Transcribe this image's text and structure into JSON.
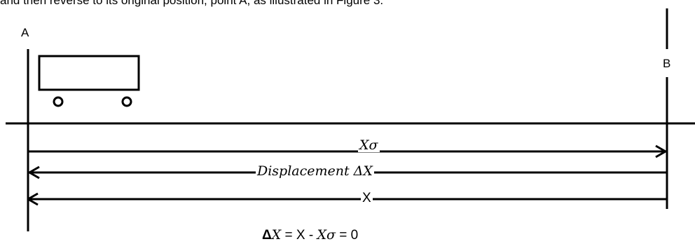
{
  "caption": "and then reverse to its original position, point A, as illustrated in Figure 3.",
  "points": {
    "a": "A",
    "b": "B"
  },
  "arrows": {
    "initial_position": "Xσ",
    "displacement": "Displacement ΔX",
    "final_position": "X"
  },
  "equation": {
    "delta": "Δ",
    "lhs_var": "X",
    "equals": "=",
    "x": "X",
    "minus": "-",
    "x0": "Xσ",
    "equals_zero": "= 0"
  },
  "colors": {
    "ink": "#000000",
    "background": "#ffffff"
  },
  "icons": {
    "vehicle": "cart-icon"
  }
}
